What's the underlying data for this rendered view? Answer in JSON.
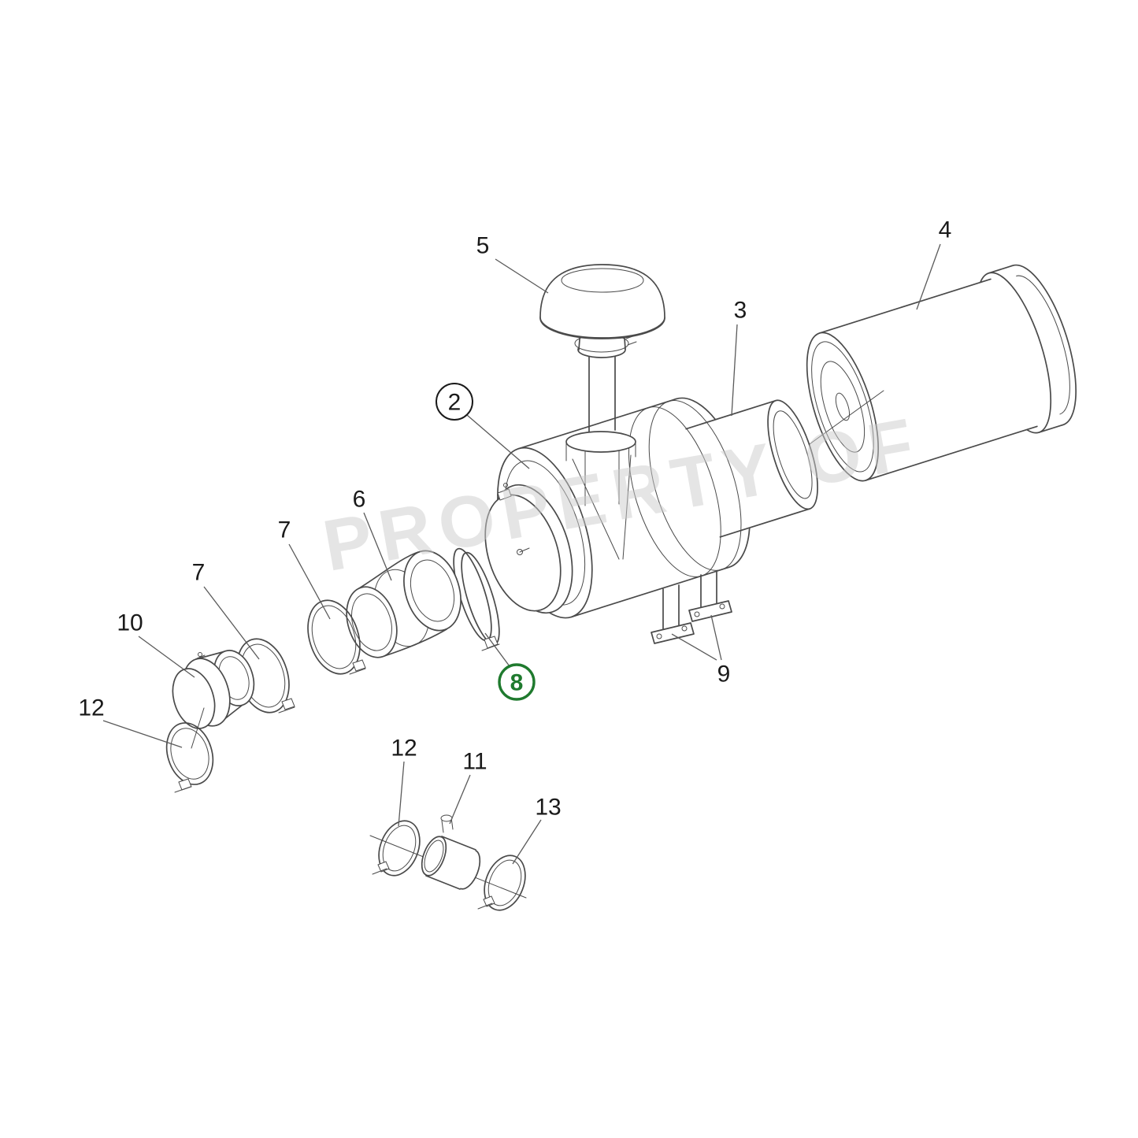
{
  "page": {
    "background": "#ffffff"
  },
  "diagram": {
    "type": "exploded-parts-diagram",
    "subject": "air-cleaner-assembly",
    "watermark": "PROPERTY OF",
    "colors": {
      "line": "#4a4a4a",
      "label": "#1a1a1a",
      "leader": "#5a5a5a",
      "highlight": "#1f7a2e",
      "watermark": "#cccccc"
    },
    "highlighted_callout": "8",
    "callouts": [
      {
        "label": "5"
      },
      {
        "label": "2",
        "circled": true
      },
      {
        "label": "3"
      },
      {
        "label": "4"
      },
      {
        "label": "6"
      },
      {
        "label": "7"
      },
      {
        "label": "7"
      },
      {
        "label": "10"
      },
      {
        "label": "12"
      },
      {
        "label": "8",
        "circled": true,
        "highlighted": true
      },
      {
        "label": "9"
      },
      {
        "label": "12"
      },
      {
        "label": "11"
      },
      {
        "label": "13"
      }
    ]
  }
}
